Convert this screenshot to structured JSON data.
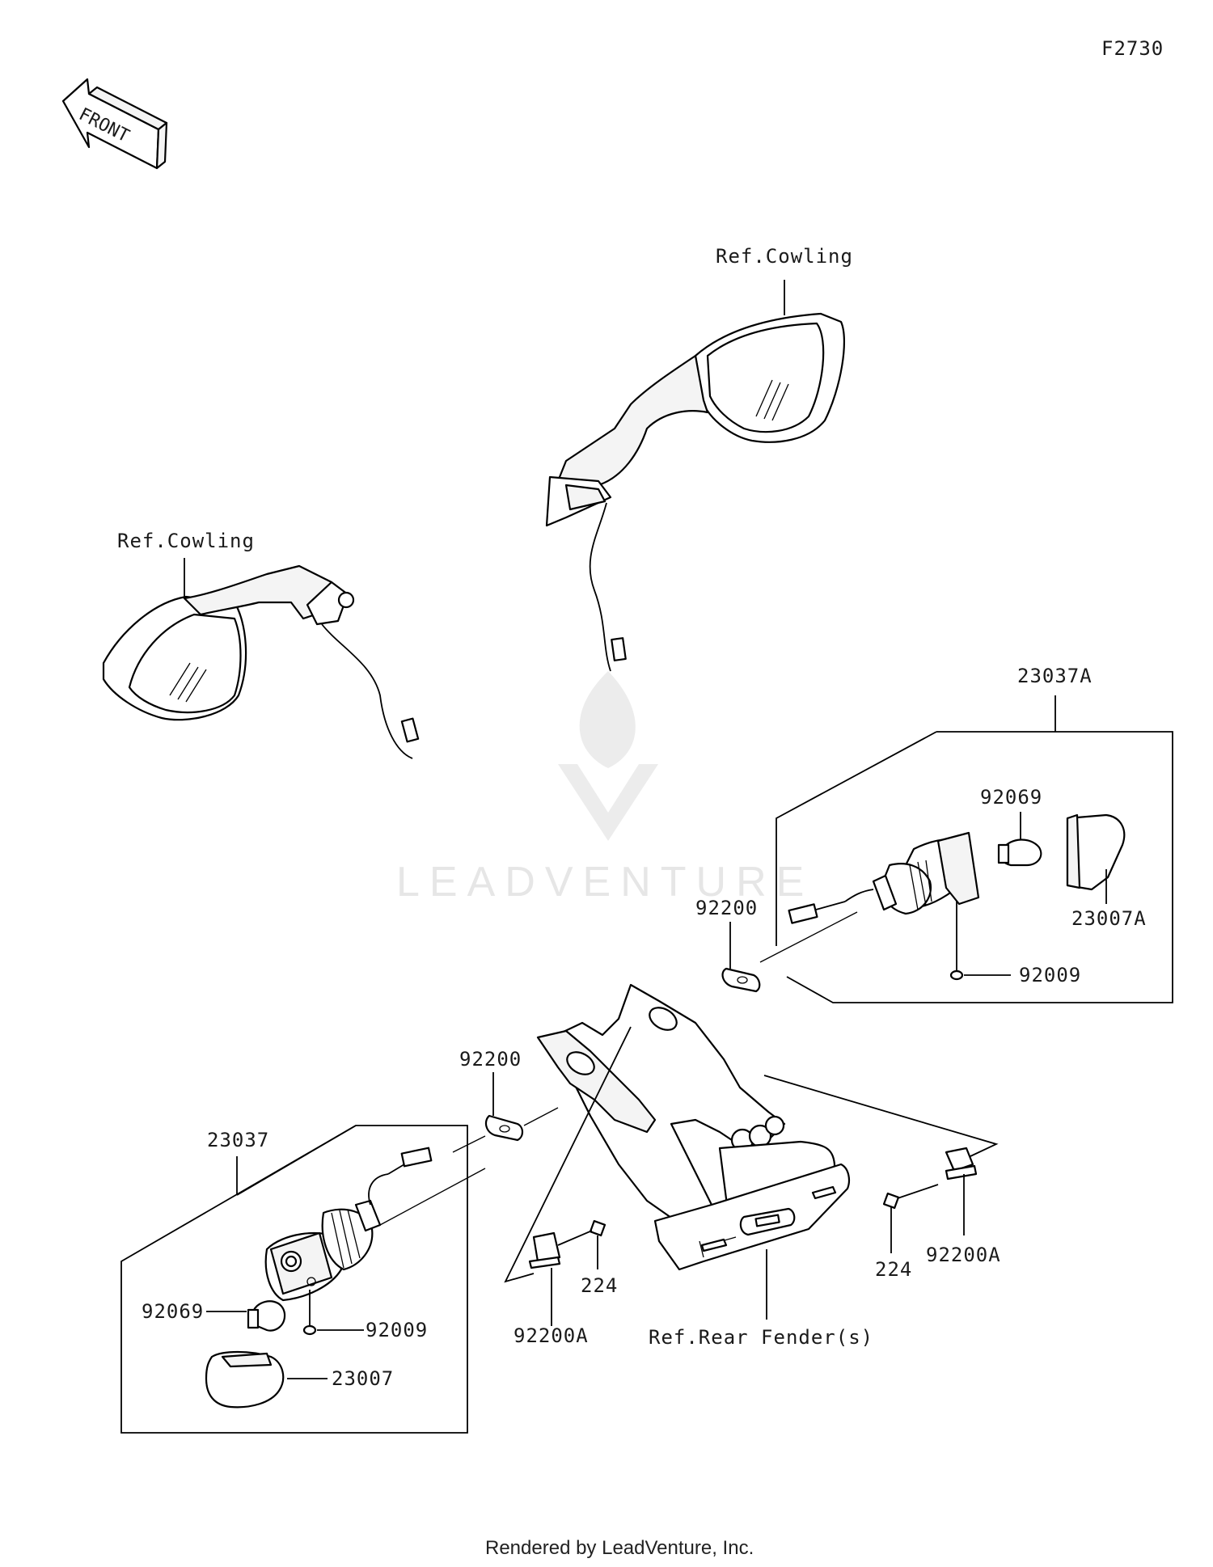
{
  "diagram_code": "F2730",
  "front_label": "FRONT",
  "watermark": "LEADVENTURE",
  "footer": "Rendered by LeadVenture, Inc.",
  "labels": {
    "ref_cowling_right": "Ref.Cowling",
    "ref_cowling_left": "Ref.Cowling",
    "ref_rear_fender": "Ref.Rear Fender(s)",
    "p23037A": "23037A",
    "p92069_right": "92069",
    "p23007A": "23007A",
    "p92200_right": "92200",
    "p92009_right": "92009",
    "p92200_left": "92200",
    "p23037": "23037",
    "p92069_left": "92069",
    "p92009_left": "92009",
    "p23007": "23007",
    "p224_left": "224",
    "p92200A_left": "92200A",
    "p224_right": "224",
    "p92200A_right": "92200A"
  }
}
